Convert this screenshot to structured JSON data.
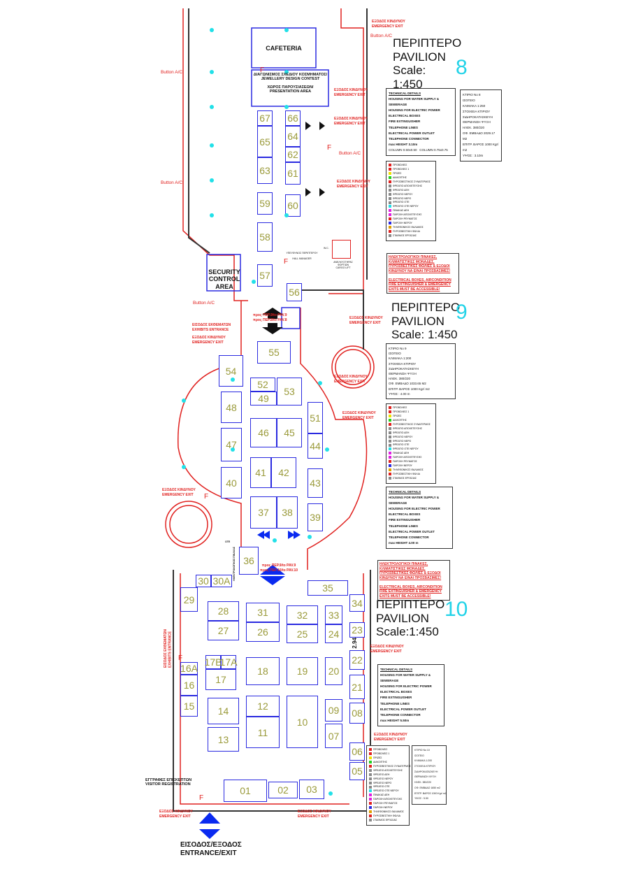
{
  "pavilions": [
    {
      "title_gr": "ΠΕΡΙΠΤΕΡΟ",
      "title_en": "PAVILION",
      "scale": "Scale:",
      "scale_value": "1:450",
      "number": "8"
    },
    {
      "title_gr": "ΠΕΡΙΠΤΕΡΟ",
      "title_en": "PAVILION",
      "scale": "Scale:  1:450",
      "number": "9"
    },
    {
      "title_gr": "ΠΕΡΙΠΤΕΡΟ",
      "title_en": "PAVILION",
      "scale": "Scale:1:450",
      "number": "10"
    }
  ],
  "booths": [
    "67",
    "66",
    "65",
    "64",
    "63",
    "62",
    "61",
    "59",
    "60",
    "58",
    "57",
    "56",
    "55",
    "54",
    "52",
    "53",
    "49",
    "48",
    "46",
    "45",
    "47",
    "51",
    "44",
    "41",
    "42",
    "40",
    "43",
    "37",
    "38",
    "39",
    "36",
    "30",
    "30A",
    "35",
    "34",
    "29",
    "28",
    "27",
    "31",
    "26",
    "32",
    "25",
    "33",
    "24",
    "23",
    "22",
    "17B",
    "17A",
    "17",
    "16A",
    "16",
    "18",
    "19",
    "20",
    "21",
    "15",
    "14",
    "12",
    "11",
    "10",
    "09",
    "07",
    "08",
    "13",
    "06",
    "05",
    "01",
    "02",
    "03"
  ],
  "areas": {
    "cafeteria": "CAFETERIA",
    "contest_gr": "ΔΙΑΓΩΝΙΣΜΟΣ ΣΧΕΔΙΟΥ ΚΟΣΜΗΜΑΤΟΣ/",
    "contest_en": "JEWELLERY DESIGN CONTEST",
    "presentation_gr": "ΧΩΡΟΣ ΠΑΡΟΥΣΙΑΣΕΩΝ/",
    "presentation_en": "PRESENTATION AREA",
    "security": "SECURITY CONTROL AREA",
    "hall_manager_gr": "ΥΠΕΥΘΥΝΟΣ ΠΕΡΙΠΤΕΡΟΥ",
    "hall_manager_en": "HALL MANAGER",
    "cargo_gr": "ΑΝΕΛΚΥΣΤΗΡΑΣ ΦΟΡΤΙΩΝ",
    "cargo_en": "CARGO LIFT",
    "wc": "W.C.",
    "ote": "OTE",
    "electrical_room": "ΗΛΕΚΤΡΟΛΟΓΙΚΟΣ ΠΙΝΑΚΑΣ",
    "visitor_reg_gr": "ΕΓΓΡΑΦΕΣ ΕΠΙΣΚΕΠΤΩΝ",
    "visitor_reg_en": "VISITOR REGISTRATION",
    "entrance_gr": "ΕΙΣΟΔΟΣ/ΕΞΟΔΟΣ",
    "entrance_en": "ENTRANCE/EXIT",
    "width_mark": "2.94"
  },
  "labels": {
    "exit_gr": "ΕΞΟΔΟΣ ΚΙΝΔΥΝΟΥ",
    "exit_en": "EMERGENCY EXIT",
    "exhibits_gr": "ΕΙΣΟΔΟΣ ΕΚΘΕΜΑΤΩΝ",
    "exhibits_en": "EXHIBITS ENTRANCE",
    "button_ac": "Button A/C",
    "to_pav9_8_a": "προς ΠΕΡ.9/to PAV.9",
    "to_pav9_8_b": "προς ΠΕΡ.8/to PAV.8",
    "to_pav9_10_a": "προς ΠΕΡ.9/to PAV.9",
    "to_pav9_10_b": "προς ΠΕΡ.10/to PAV.10",
    "fire": "F"
  },
  "tech_details": {
    "title": "TECHNICAL DETAILS",
    "items": [
      "HOUSING FOR WATER SUPPLY & SEWERAGE",
      "HOUSING FOR ELECTRIC POWER",
      "ELECTRICAL  BOXES",
      "FIRE EXTINGUISHER",
      "TELEPHONE LINES",
      "ELECTRICAL POWER OUTLET",
      "TELEPHONE CONNECTOR"
    ],
    "height_8": "max HEIGHT 3.10m",
    "height_9": "max HEIGHT 4.00 m",
    "height_10": "max HEIGHT 5.50m",
    "col_a": "COLUMN 0.50x0.50",
    "col_b": "COLUMN 0.75x0.75"
  },
  "building_8": [
    "ΚΤΙΡΙΟ No 8",
    "ΙΣΟΓΕΙΟ",
    "ΚΛΙΜΑΚΑ 1:250",
    "ΣΤΟΙΧΕΙΑ ΚΤΙΡΙΟΥ",
    "ΣΙΔΗΡΟΚΑΤΑΣΚΕΥΗ",
    "ΘΕΡΜΑΝΣΗ ΨΥΞΗ",
    "ΗΛΕΚ. 380/220",
    "ΟΦ. ΕΜΒΑΔΟ 2029.17 Μ2",
    "ΕΠΙΤΡ. ΒΑΡΟΣ 1000 Kgr/ m2",
    "ΥΨΟΣ : 3.10m"
  ],
  "building_9": [
    "ΚΤΙΡΙΟ No 9",
    "ΙΣΟΓΕΙΟ",
    "ΚΛΙΜΑΚΑ 1:200",
    "ΣΤΟΙΧΕΙΑ ΚΤΙΡΙΟΥ",
    "ΣΙΔΗΡΟΚΑΤΑΣΚΕΥΗ",
    "ΘΕΡΜΑΝΣΗ ΨΥΞΗ",
    "ΗΛΕΚ. 380/220",
    "ΟΦ. ΕΜΒΑΔΟ 1033.65 Μ2",
    "ΕΠΙΤΡ. ΒΑΡΟΣ 1000 Kgr/ m2",
    "ΥΨΟΣ : 4.00 m"
  ],
  "building_10": [
    "ΚΤΙΡΙΟ No 10",
    "ΙΣΟΓΕΙΟ",
    "ΚΛΙΜΑΚΑ 1:200",
    "ΣΤΟΙΧΕΙΑ ΚΤΙΡΙΟΥ",
    "ΣΙΔΗΡΟΚΑΤΑΣΚΕΥΗ",
    "ΘΕΡΜΑΝΣΗ ΨΥΞΗ",
    "ΗΛΕΚ. 380/220",
    "ΟΦ. ΕΜΒΑΔΟ 1650 m2",
    "ΕΠΙΤΡ. ΒΑΡΟΣ 1000 Kgr/ m2",
    "ΥΨΟΣ : 5.50"
  ],
  "legend": [
    "ΠΡΟΒΟΛΕΙΣ",
    "ΠΡΟΒΟΛΕΙΣ 1",
    "ΠΡΙΖΕΣ",
    "ΔΙΑΚΟΠΤΗΣ",
    "ΠΥΡΟΣΒΕΣΤΙΚΟΣ ΣΥΝΑΓΕΡΜΟΣ",
    "ΦΡΕΑΤΙΟ ΑΠΟΧΕΤΕΥΣΗΣ",
    "ΦΡΕΑΤΙΟ ΔΕΗ",
    "ΦΡΕΑΤΙΟ ΝΕΡΟΥ",
    "ΦΡΕΑΤΙΟ ΝΕΡΟ",
    "ΦΡΕΑΤΙΟ ΟΤΕ",
    "ΦΡΕΑΤΙΟ ΟΤΕ ΝΕΡΟΥ",
    "ΠΙΝΑΚΑΣ ΔΕΗ",
    "ΠΑΡΟΧΗ ΑΠΟΧΕΤΕΥΣΗΣ",
    "ΠΑΡΟΧΗ ΡΕΥΜΑΤΟΣ",
    "ΠΑΡΟΧΗ ΝΕΡΟΥ",
    "ΤΗΛΕΦΩΝΙΚΟΣ ΘΑΛΑΜΟΣ",
    "ΠΥΡΟΣΒΕΣΤΙΚΗ ΦΩΛΙΑ",
    "ΣΤΑΘΜΟΣ ΕΡΓΑΣΙΑΣ"
  ],
  "legend_colors": [
    "#e0201e",
    "#e0201e",
    "#f0e000",
    "#22d020",
    "#e0201e",
    "#888888",
    "#888888",
    "#888888",
    "#888888",
    "#888888",
    "#22e0e8",
    "#e020e0",
    "#e020e0",
    "#e0201e",
    "#2a2ae0",
    "#e0a000",
    "#e0201e",
    "#888888"
  ],
  "warning": {
    "gr": "ΗΛΕΚΤΡΟΛΟΓΙΚΟΙ ΠΙΝΑΚΕΣ, ΚΛΙΜΑΤΙΣΤΙΚΕΣ ΜΟΝΑΔΕΣ, ΠΥΡΟΣΒΕΣΤΙΚΕΣ ΦΩΛΙΕΣ & ΕΞΟΔΟΙ ΚΙΝΔΥΝΟΥ ΝΑ ΕΙΝΑΙ ΠΡΟΣΒΑΣΙΜΕΣ!",
    "en": "ELECTRICAL BOXES, AIRCONDITION FIRE EXTINGUISHER & EMERGENCY EXITS MUST BE ACCESSIBLE!"
  },
  "colors": {
    "booth": "#2a2ae0",
    "wall_red": "#e0201e",
    "accent_cyan": "#22d3e8",
    "booth_text": "#9a9a3a"
  }
}
